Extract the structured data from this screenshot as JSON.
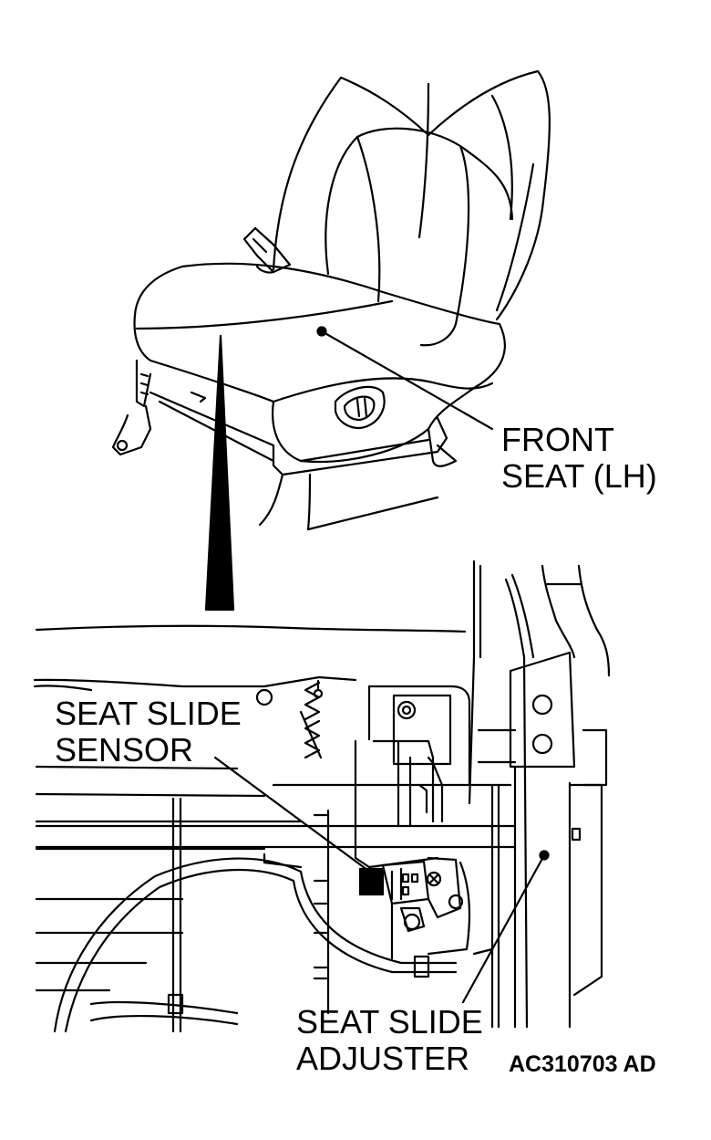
{
  "labels": {
    "front_seat": [
      "FRONT",
      "SEAT (LH)"
    ],
    "seat_slide_sensor": [
      "SEAT SLIDE",
      "SENSOR"
    ],
    "seat_slide_adjuster": [
      "SEAT SLIDE",
      "ADJUSTER"
    ]
  },
  "figure_code": "AC310703 AD",
  "colors": {
    "ink": "#000000",
    "paper": "#ffffff"
  }
}
